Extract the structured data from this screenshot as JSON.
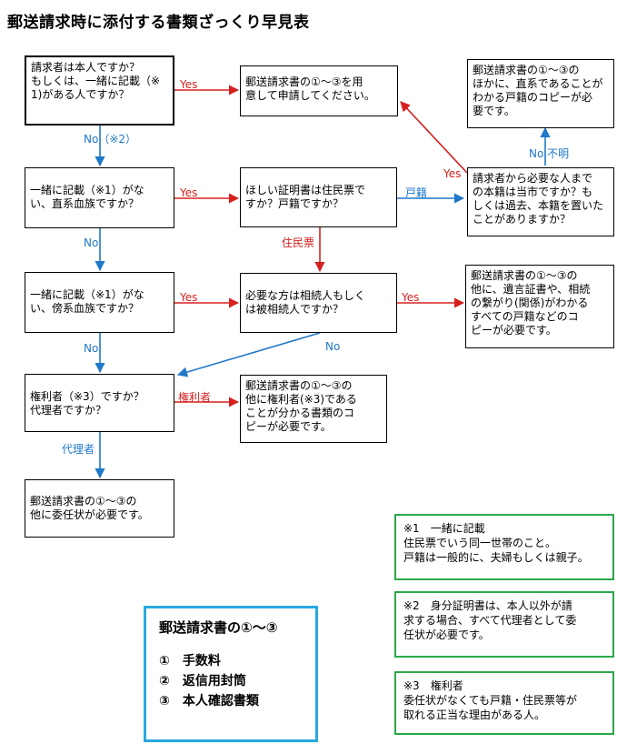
{
  "title": "郵送請求時に添付する書類ざっくり早見表",
  "colors": {
    "yes": "#d62020",
    "no": "#1f78c8",
    "note_border": "#2aa84a",
    "legend_border": "#29a8e0"
  },
  "boxes": {
    "q_self": [
      "請求者は本人ですか？",
      "もしくは、一緒に記載（※",
      "1)がある人ですか？"
    ],
    "a_apply": [
      "郵送請求書の①～③を用",
      "意して申請してください。"
    ],
    "a_direct_copy": [
      "郵送請求書の①～③の",
      "ほかに、直系であることが",
      "わかる戸籍のコピーが必",
      "要です。"
    ],
    "q_direct": [
      "一緒に記載（※1）がな",
      "い、直系血族ですか？"
    ],
    "q_cert": [
      "ほしい証明書は住民票で",
      "すか？戸籍ですか？"
    ],
    "q_domicile": [
      "請求者から必要な人まで",
      "の本籍は当市ですか？も",
      "しくは過去、本籍を置いた",
      "ことがありますか？"
    ],
    "q_collateral": [
      "一緒に記載（※1）がな",
      "い、傍系血族ですか？"
    ],
    "q_heir": [
      "必要な方は相続人もしく",
      "は被相続人ですか？"
    ],
    "a_will": [
      "郵送請求書の①～③の",
      "他に、遺言証書や、相続",
      "の繋がり(関係)がわかる",
      "すべての戸籍などのコ",
      "ピーが必要です。"
    ],
    "q_rights": [
      "権利者（※3）ですか？",
      "代理者ですか？"
    ],
    "a_rights": [
      "郵送請求書の①～③の",
      "他に権利者(※3)である",
      "ことが分かる書類のコ",
      "ピーが必要です。"
    ],
    "a_proxy": [
      "郵送請求書の①～③の",
      "他に委任状が必要です。"
    ]
  },
  "labels": {
    "yes1": "Yes",
    "no1": "No（※2）",
    "yes2": "Yes",
    "koseki": "戸籍",
    "no_fumei": "No 不明",
    "yes_return": "Yes",
    "juminhyo": "住民票",
    "no2": "No",
    "yes3": "Yes",
    "yes4": "Yes",
    "no3": "No",
    "no4": "No",
    "kenrisha": "権利者",
    "dairisha": "代理者"
  },
  "notes": [
    [
      "※1　一緒に記載",
      "住民票でいう同一世帯のこと。",
      "戸籍は一般的に、夫婦もしくは親子。"
    ],
    [
      "※2　身分証明書は、本人以外が請",
      "求する場合、すべて代理者として委",
      "任状が必要です。"
    ],
    [
      "※3　権利者",
      "委任状がなくても戸籍・住民票等が",
      "取れる正当な理由がある人。"
    ]
  ],
  "legend": {
    "title": "郵送請求書の①～③",
    "items": [
      "①　手数料",
      "②　返信用封筒",
      "③　本人確認書類"
    ]
  }
}
